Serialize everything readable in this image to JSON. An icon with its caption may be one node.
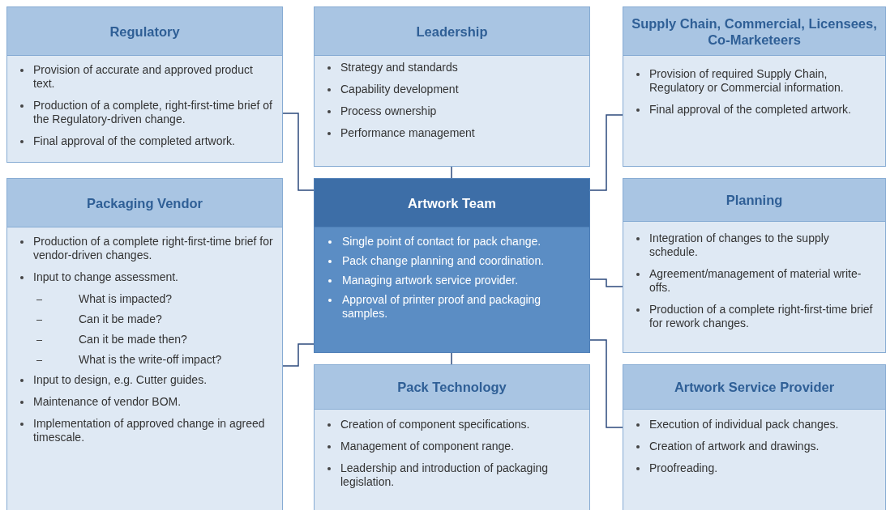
{
  "diagram": {
    "nodes": [
      {
        "text": [
          "Regulatory",
          "Provision of accurate and approved product text.",
          "Production of a complete, right-first-time brief of the Regulatory-driven change.",
          "Final approval of the completed artwork."
        ]
      },
      {
        "text": [
          "Leadership",
          "Strategy and standards",
          "Capability development",
          "Process ownership",
          "Performance management"
        ]
      },
      {
        "text": [
          "Supply Chain, Commercial, Licensees, Co-Marketeers",
          "Provision of required Supply Chain, Regulatory or Commercial information.",
          "Final approval of the completed artwork."
        ]
      },
      {
        "text": [
          "Packaging Vendor",
          "Production of a complete right-first-time brief for vendor-driven changes.",
          "Input to change assessment.",
          "What is impacted?",
          "Can it be made?",
          "Can it be made then?",
          "What is the write-off impact?",
          "Input to design, e.g. Cutter guides.",
          "Maintenance of vendor BOM.",
          "Implementation of approved change in agreed timescale."
        ]
      },
      {
        "text": [
          "Artwork Team",
          "Single point of contact for pack change.",
          "Pack change planning and coordination.",
          "Managing artwork service provider.",
          "Approval of printer proof and packaging samples."
        ]
      },
      {
        "text": [
          "Planning",
          "Integration of changes to the supply schedule.",
          "Agreement/management of material write-offs.",
          "Production of a complete right-first-time brief for rework changes."
        ]
      },
      {
        "text": [
          "Pack Technology",
          "Creation of component specifications.",
          "Management of component range.",
          "Leadership and introduction of packaging legislation."
        ]
      },
      {
        "text": [
          "Artwork Service Provider",
          "Execution of individual pack changes.",
          "Creation of artwork and drawings.",
          "Proofreading."
        ]
      }
    ],
    "edges": [
      {
        "from": 4,
        "to": 0,
        "arrow": "none"
      },
      {
        "from": 4,
        "to": 1,
        "arrow": "none"
      },
      {
        "from": 4,
        "to": 2,
        "arrow": "none"
      },
      {
        "from": 4,
        "to": 3,
        "arrow": "none"
      },
      {
        "from": 4,
        "to": 5,
        "arrow": "none"
      },
      {
        "from": 4,
        "to": 6,
        "arrow": "none"
      },
      {
        "from": 4,
        "to": 7,
        "arrow": "none"
      }
    ]
  }
}
